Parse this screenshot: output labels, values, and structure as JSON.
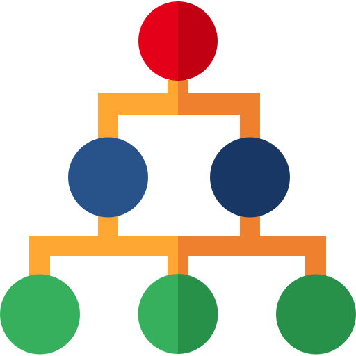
{
  "icon": {
    "name": "hierarchy-icon",
    "colors": {
      "connector_light": "#FFA633",
      "connector_dark": "#EE802E",
      "root_light": "#E5001A",
      "root_dark": "#C20014",
      "mid_left": "#28538A",
      "mid_right": "#183765",
      "leaf_light": "#37B05E",
      "leaf_dark": "#27914A"
    },
    "levels": [
      {
        "level": "root",
        "node_count": 1
      },
      {
        "level": "middle",
        "node_count": 2
      },
      {
        "level": "leaf",
        "node_count": 3
      }
    ]
  }
}
